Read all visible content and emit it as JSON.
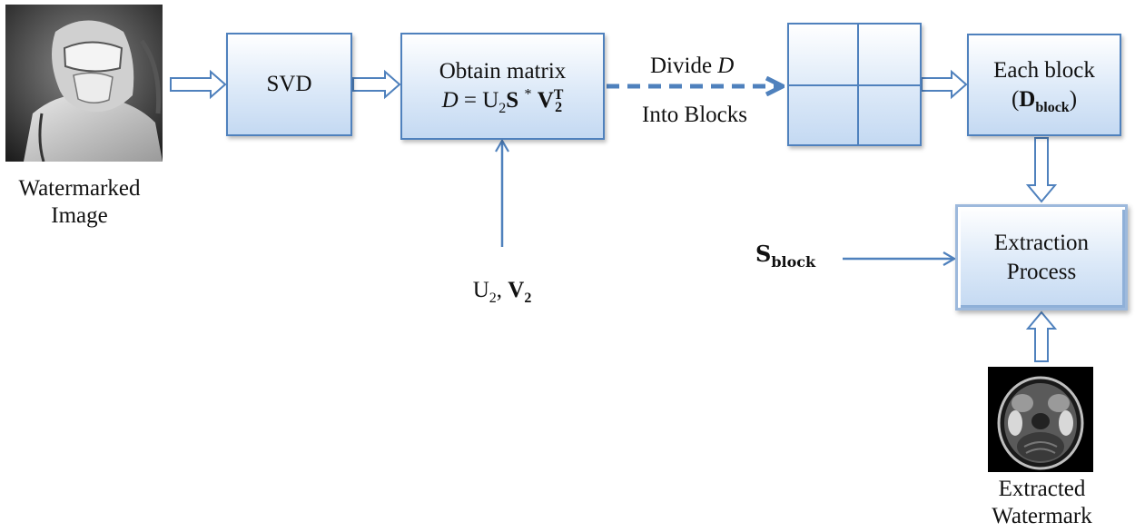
{
  "watermarked_image": {
    "label_line1": "Watermarked",
    "label_line2": "Image"
  },
  "svd_box": {
    "label": "SVD"
  },
  "obtain_box": {
    "title": "Obtain matrix",
    "eq_D": "D",
    "eq_equals": " = U",
    "eq_U_sub": "2",
    "eq_S": "S",
    "eq_star": "*",
    "eq_V": "V",
    "eq_V_sub": "2",
    "eq_V_sup": "T"
  },
  "divide_label": {
    "text": "Divide ",
    "var": "D",
    "line2": "Into Blocks"
  },
  "each_block": {
    "line1": "Each block",
    "paren_open": "(",
    "D": "D",
    "sub": "block",
    "paren_close": ")"
  },
  "uv_input": {
    "U": "U",
    "U_sub": "2",
    "comma": ", ",
    "V": "V",
    "V_sub": "2"
  },
  "s_block": {
    "S": "S",
    "sub": "block"
  },
  "extraction_box": {
    "line1": "Extraction",
    "line2": "Process"
  },
  "extracted_watermark": {
    "label_line1": "Extracted",
    "label_line2": "Watermark"
  },
  "colors": {
    "arrow": "#4f81bd",
    "box_border": "#4f81bd",
    "box_fill": "#dce9f8"
  }
}
